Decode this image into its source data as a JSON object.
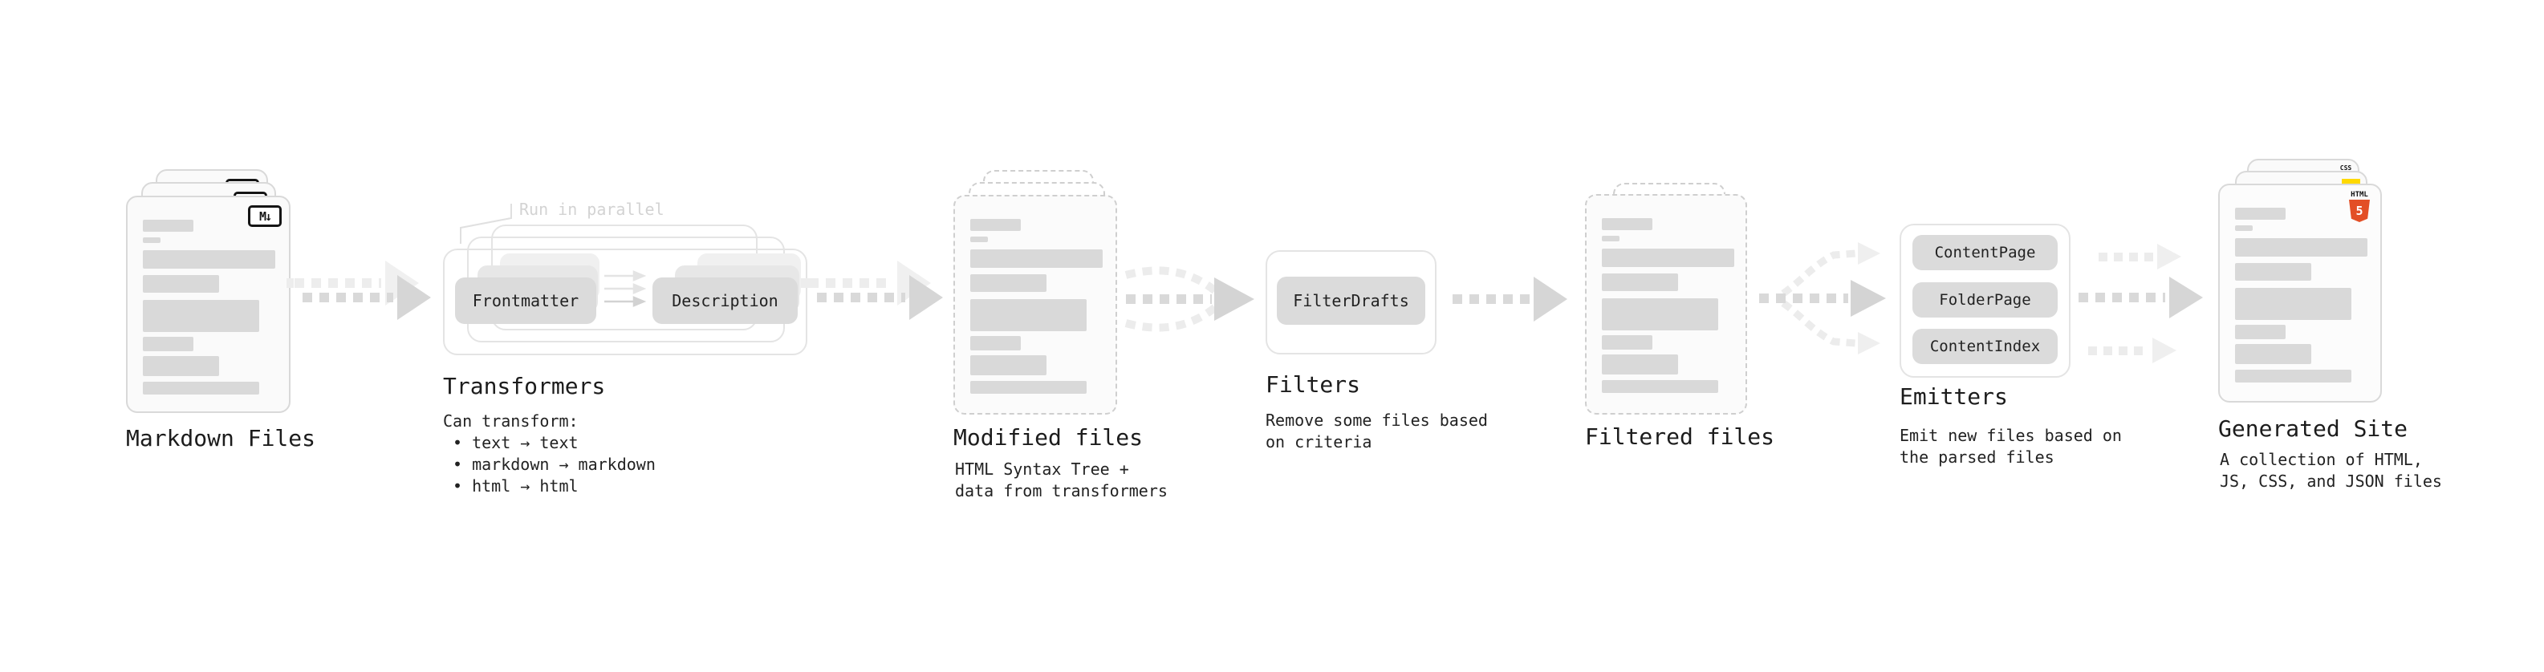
{
  "stages": {
    "markdown_files": {
      "label": "Markdown Files",
      "badge": "M↓"
    },
    "transformers": {
      "label": "Transformers",
      "note": "Run in parallel",
      "box1": "Frontmatter",
      "box2": "Description",
      "desc_title": "Can transform:",
      "bullets": [
        "• text → text",
        "• markdown → markdown",
        "• html → html"
      ]
    },
    "modified_files": {
      "label": "Modified files",
      "desc": [
        "HTML Syntax Tree +",
        "data from transformers"
      ]
    },
    "filters": {
      "label": "Filters",
      "box": "FilterDrafts",
      "desc": [
        "Remove some files based",
        "on criteria"
      ]
    },
    "filtered_files": {
      "label": "Filtered files"
    },
    "emitters": {
      "label": "Emitters",
      "boxes": [
        "ContentPage",
        "FolderPage",
        "ContentIndex"
      ],
      "desc": [
        "Emit new files based on",
        "the parsed files"
      ]
    },
    "generated_site": {
      "label": "Generated Site",
      "desc": [
        "A collection of HTML,",
        "JS, CSS, and JSON files"
      ],
      "badges": {
        "css": "CSS",
        "html_word": "HTML",
        "html_number": "5"
      }
    }
  },
  "colors": {
    "html5_orange": "#e34f26",
    "js_yellow": "#ffd900",
    "css_blue": "#2563eb",
    "skeleton_bar": "#d9d9d9",
    "arrow": "#d6d6d6",
    "text": "#1c1c1c"
  }
}
